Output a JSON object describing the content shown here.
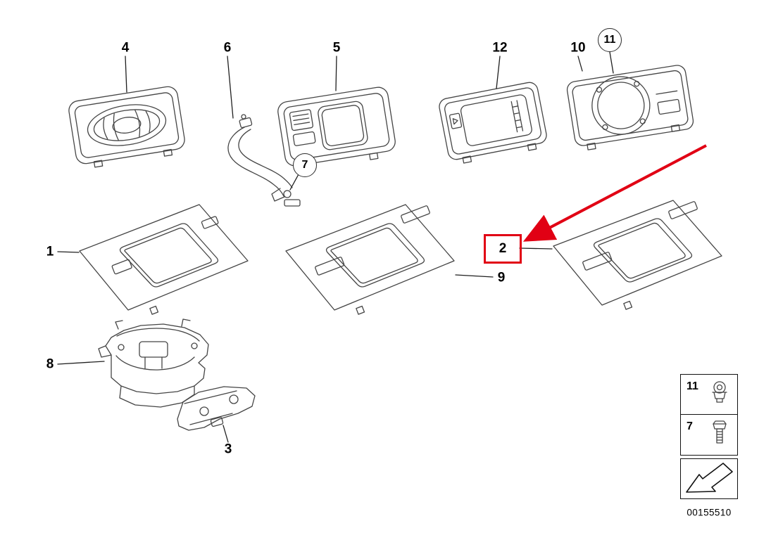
{
  "diagram_code": "00155510",
  "highlight": {
    "part": "2",
    "color": "#e10014"
  },
  "labels": {
    "p1": "1",
    "p2": "2",
    "p3": "3",
    "p4": "4",
    "p5": "5",
    "p6": "6",
    "p7": "7",
    "p8": "8",
    "p9": "9",
    "p10": "10",
    "p11": "11",
    "p12": "12"
  },
  "legend": {
    "row1_label": "11",
    "row1_icon": "grommet-clip-icon",
    "row2_label": "7",
    "row2_icon": "hex-bolt-icon",
    "nav_icon": "page-arrow-icon"
  }
}
